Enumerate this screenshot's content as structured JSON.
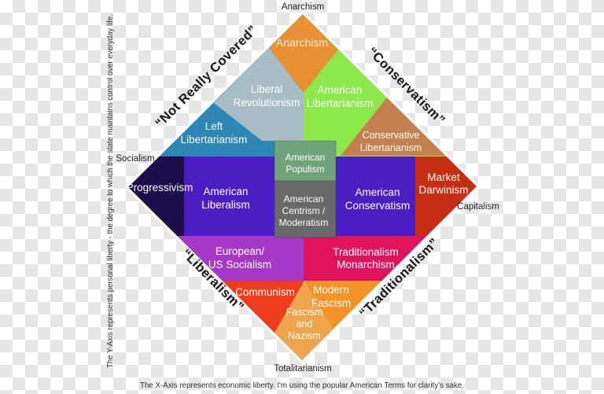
{
  "checker": {
    "light": "#ffffff",
    "dark": "#e7e7e7"
  },
  "axes": {
    "top": "Anarchism",
    "bottom": "Totalitarianism",
    "left": "Socialism",
    "right": "Capitalism",
    "x_note": "The X-Axis represents economic liberty.  I'm using the popular American Terms for clarity's sake.",
    "y_note": "The Y-Axis represents personal liberty - the degree to which the state maintains control over everyday life."
  },
  "quotes": {
    "top_left": "“Not Really Covered”",
    "top_right": "“Conservatism”",
    "bottom_left": "“Liberalism”",
    "bottom_right": "“Traditionalism”"
  },
  "regions": {
    "anarchism": {
      "label": "Anarchism",
      "color": "#E89134",
      "text_color": "#F6ECDA"
    },
    "liberal_revolutionism": {
      "lines": [
        "Liberal",
        "Revolutionism"
      ],
      "color": "#A9BDC7"
    },
    "american_libertarianism": {
      "lines": [
        "American",
        "Libertarianism"
      ],
      "color": "#8DE94B",
      "text_color": "#3E4B41"
    },
    "left_libertarianism": {
      "lines": [
        "Left",
        "Libertarianism"
      ],
      "color": "#2E86B5"
    },
    "conservative_libertarianism": {
      "lines": [
        "Conservative",
        "Libertarianism"
      ],
      "color": "#C5804F"
    },
    "progressivism": {
      "label": "Progressivism",
      "color": "#1D0C4B"
    },
    "american_liberalism": {
      "lines": [
        "American",
        "Liberalism"
      ],
      "color": "#4A1EC2"
    },
    "american_populism": {
      "lines": [
        "American",
        "Populism"
      ],
      "color": "#6FA47B"
    },
    "american_centrism": {
      "lines": [
        "American",
        "Centrism /",
        "Moderatism"
      ],
      "color": "#67696B"
    },
    "american_conservatism": {
      "lines": [
        "American",
        "Conservatism"
      ],
      "color": "#4A1EC2"
    },
    "market_darwinism": {
      "lines": [
        "Market",
        "Darwinism"
      ],
      "color": "#C52E12"
    },
    "european_us_socialism": {
      "lines": [
        "European/",
        "US Socialism"
      ],
      "color": "#A638C8"
    },
    "traditionalism_monarchism": {
      "lines": [
        "Traditionalism",
        "Monarchism"
      ],
      "color": "#E0145E",
      "text_color": "#8B1A3C"
    },
    "communism": {
      "label": "Communism",
      "color": "#EE3D1D",
      "text_color": "#F0AFA5"
    },
    "modern_fascism": {
      "lines": [
        "Modern",
        "Fascism"
      ],
      "color": "#F49327"
    },
    "fascism_nazism": {
      "lines": [
        "Fascism",
        "and",
        "Nazism"
      ],
      "color": "#F0A44D"
    }
  }
}
